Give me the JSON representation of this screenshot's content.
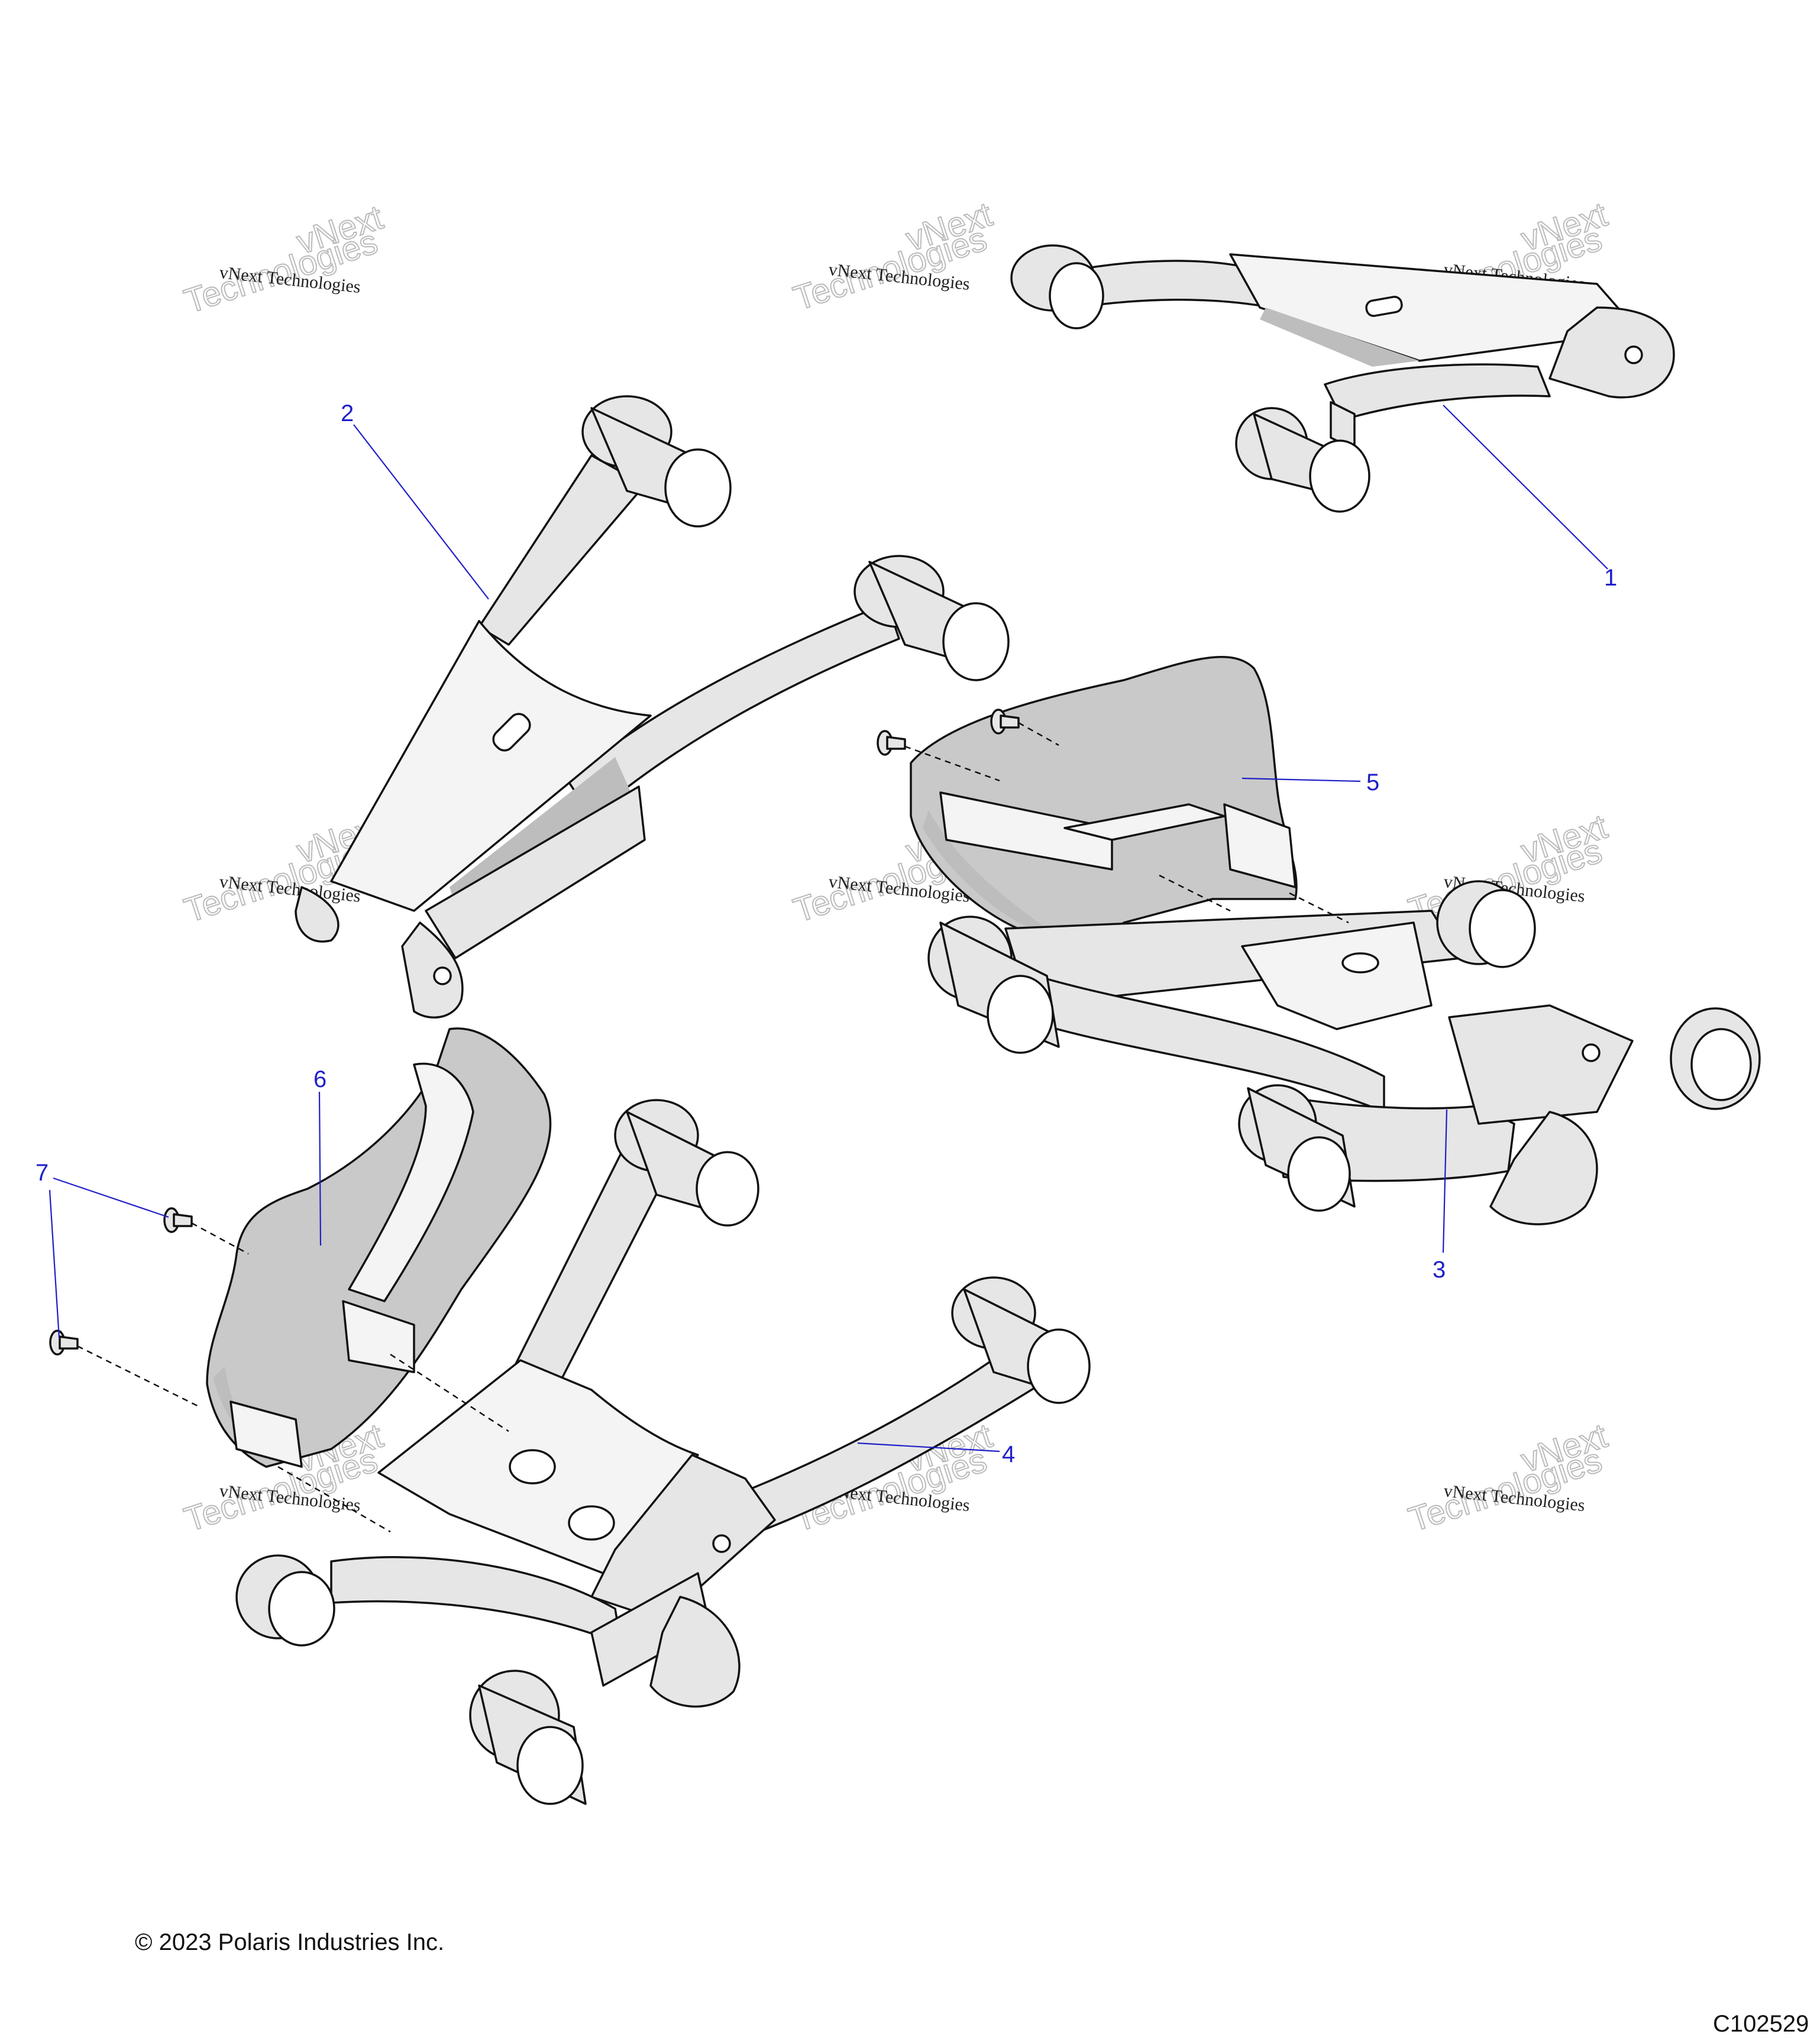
{
  "callouts": [
    {
      "id": 1,
      "label": "1"
    },
    {
      "id": 2,
      "label": "2"
    },
    {
      "id": 3,
      "label": "3"
    },
    {
      "id": 4,
      "label": "4"
    },
    {
      "id": 5,
      "label": "5"
    },
    {
      "id": 6,
      "label": "6"
    },
    {
      "id": 7,
      "label": "7"
    }
  ],
  "watermark": {
    "small": "vNext Technologies",
    "big_line1": "vNext",
    "big_line2": "Technologies"
  },
  "footer": {
    "copyright": "© 2023 Polaris Industries Inc.",
    "figure_code": "C102529"
  },
  "colors": {
    "callout": "#1f1fc8",
    "outline": "#111111",
    "part_fill": "#e6e6e6",
    "shield_fill": "#c9c9c9",
    "watermark": "#bbbbbb"
  }
}
